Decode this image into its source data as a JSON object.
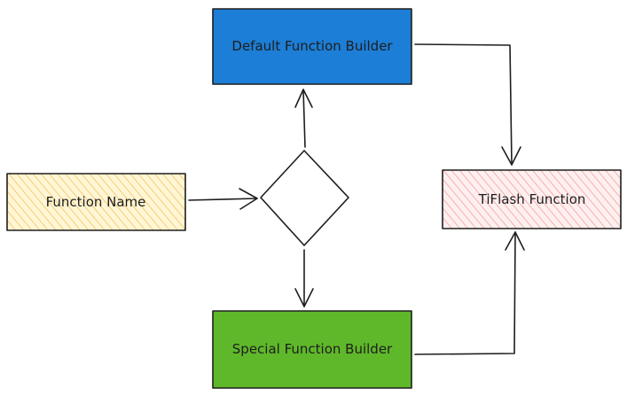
{
  "nodes": {
    "default_builder": {
      "label": "Default Function Builder",
      "fill": "#1c7ed6"
    },
    "special_builder": {
      "label": "Special Function Builder",
      "fill": "#5fb82a"
    },
    "function_name": {
      "label": "Function Name",
      "fill": "#ffec99",
      "hatch": "#f2c265"
    },
    "tiflash_function": {
      "label": "TiFlash Function",
      "fill": "#ffe3e3",
      "hatch": "#f3a0a0"
    }
  },
  "colors": {
    "stroke": "#1e1e1e",
    "background": "#ffffff"
  }
}
